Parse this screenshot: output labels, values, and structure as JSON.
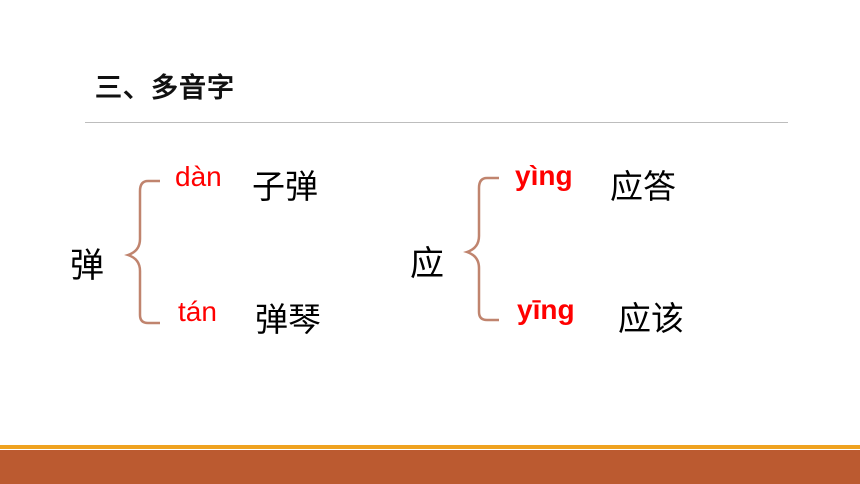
{
  "title": "三、多音字",
  "groups": [
    {
      "char": "弹",
      "readings": [
        {
          "pinyin": "dàn",
          "word": "子弹"
        },
        {
          "pinyin": "tán",
          "word": "弹琴"
        }
      ]
    },
    {
      "char": "应",
      "readings": [
        {
          "pinyin": "yìng",
          "word": "应答"
        },
        {
          "pinyin": "yīng",
          "word": "应该"
        }
      ]
    }
  ],
  "colors": {
    "pinyin": "#ff0000",
    "brace": "#c0846e",
    "band": "#bb5a30",
    "band_accent": "#efa21f",
    "divider": "#bdbdbd"
  }
}
